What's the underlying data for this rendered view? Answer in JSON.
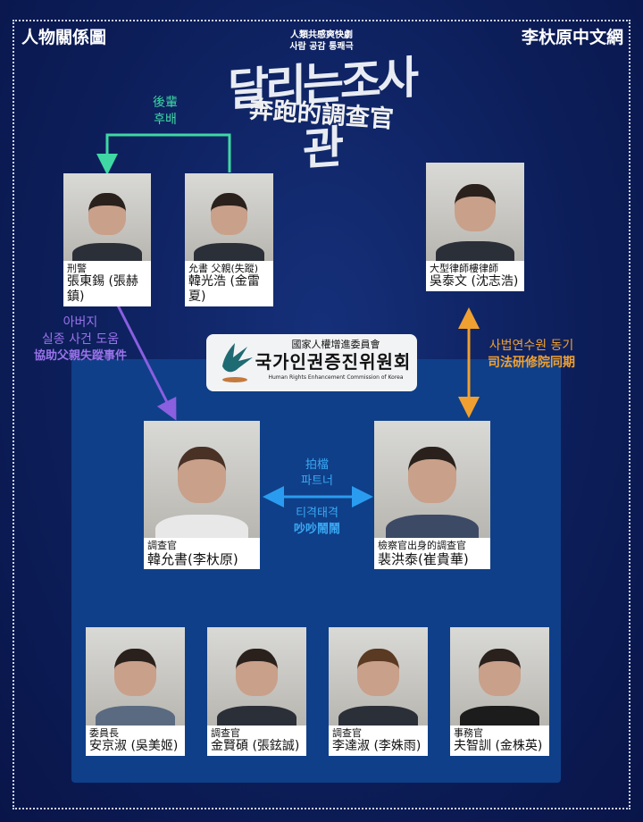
{
  "header": {
    "left": "人物關係圖",
    "right": "李杕原中文網",
    "tagline_zh": "人類共感爽快劇",
    "tagline_ko": "사람 공감 통쾌극",
    "title_ko": "달리는조사관",
    "title_zh": "奔跑的調查官"
  },
  "relations": {
    "junior": {
      "zh": "後輩",
      "ko": "후배",
      "color": "#3fd8a4"
    },
    "father": {
      "ko1": "아버지",
      "ko2": "실종 사건 도움",
      "zh": "協助父親失蹤事件",
      "color": "#8a5fe0"
    },
    "classmates": {
      "ko": "사법연수원 동기",
      "zh": "司法研修院同期",
      "color": "#f0a030"
    },
    "partner": {
      "zh": "拍檔",
      "ko": "파트너",
      "ko2": "티격태격",
      "zh2": "吵吵鬧鬧",
      "color": "#2a9cf0"
    }
  },
  "logo": {
    "zh": "國家人權增進委員會",
    "ko": "국가인권증진위원회",
    "en": "Human Rights Enhancement Commission of Korea"
  },
  "characters": {
    "jang": {
      "role": "刑警",
      "name": "張東錫 (張赫鎮)"
    },
    "han_father": {
      "role": "允書 父親(失蹤)",
      "name": "韓光浩 (金雷夏)"
    },
    "oh": {
      "role": "大型律師樓律師",
      "name": "吳泰文 (沈志浩)"
    },
    "han": {
      "role": "調查官",
      "name": "韓允書(李杕原)"
    },
    "bae": {
      "role": "檢察官出身的調查官",
      "name": "裴洪泰(崔貴華)"
    },
    "ahn": {
      "role": "委員長",
      "name": "安京淑 (吳美姬)"
    },
    "kim": {
      "role": "調查官",
      "name": "金賢碩 (張鉉誠)"
    },
    "lee": {
      "role": "調查官",
      "name": "李達淑 (李姝雨)"
    },
    "boo": {
      "role": "事務官",
      "name": "夫智訓 (金株英)"
    }
  }
}
